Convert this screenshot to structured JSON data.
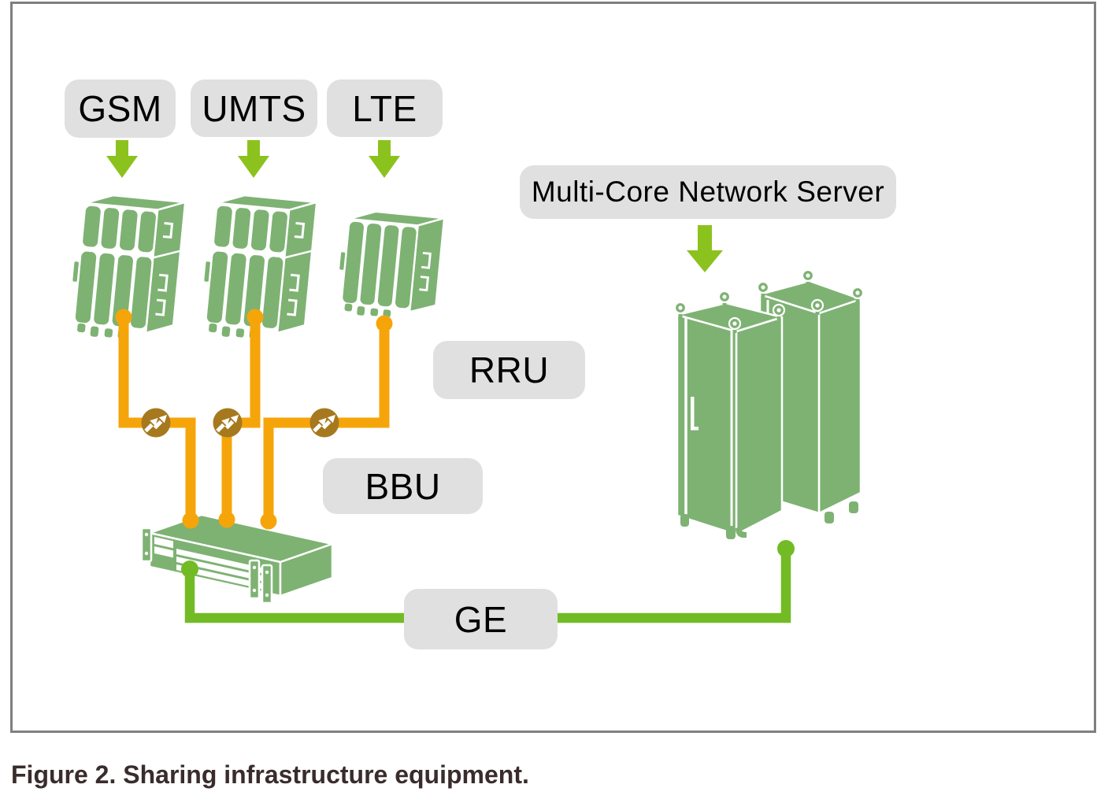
{
  "figure": {
    "caption": "Figure 2. Sharing infrastructure equipment."
  },
  "diagram": {
    "labels": {
      "gsm": "GSM",
      "umts": "UMTS",
      "lte": "LTE",
      "rru": "RRU",
      "bbu": "BBU",
      "ge": "GE",
      "server": "Multi-Core Network Server"
    },
    "equipment": [
      "GSM RRU",
      "UMTS RRU",
      "LTE RRU",
      "BBU",
      "Multi-Core Network Server cabinets"
    ],
    "links": [
      {
        "from": "GSM RRU",
        "to": "BBU",
        "style": "fiber-orange",
        "via": "combiner-connector"
      },
      {
        "from": "UMTS RRU",
        "to": "BBU",
        "style": "fiber-orange",
        "via": "combiner-connector"
      },
      {
        "from": "LTE RRU",
        "to": "BBU",
        "style": "fiber-orange",
        "via": "combiner-connector"
      },
      {
        "from": "BBU",
        "to": "Multi-Core Network Server",
        "style": "green",
        "label": "GE"
      }
    ],
    "colors": {
      "equipment_green": "#7EB273",
      "arrow_green": "#8CC21E",
      "ge_link_green": "#72BB25",
      "fiber_orange": "#F5A50A",
      "connector_gold": "#A6791E",
      "label_background": "#E0E0E0",
      "label_text": "#000000",
      "frame_border": "#7F7F7F",
      "caption_text": "#3A2C2C"
    }
  }
}
